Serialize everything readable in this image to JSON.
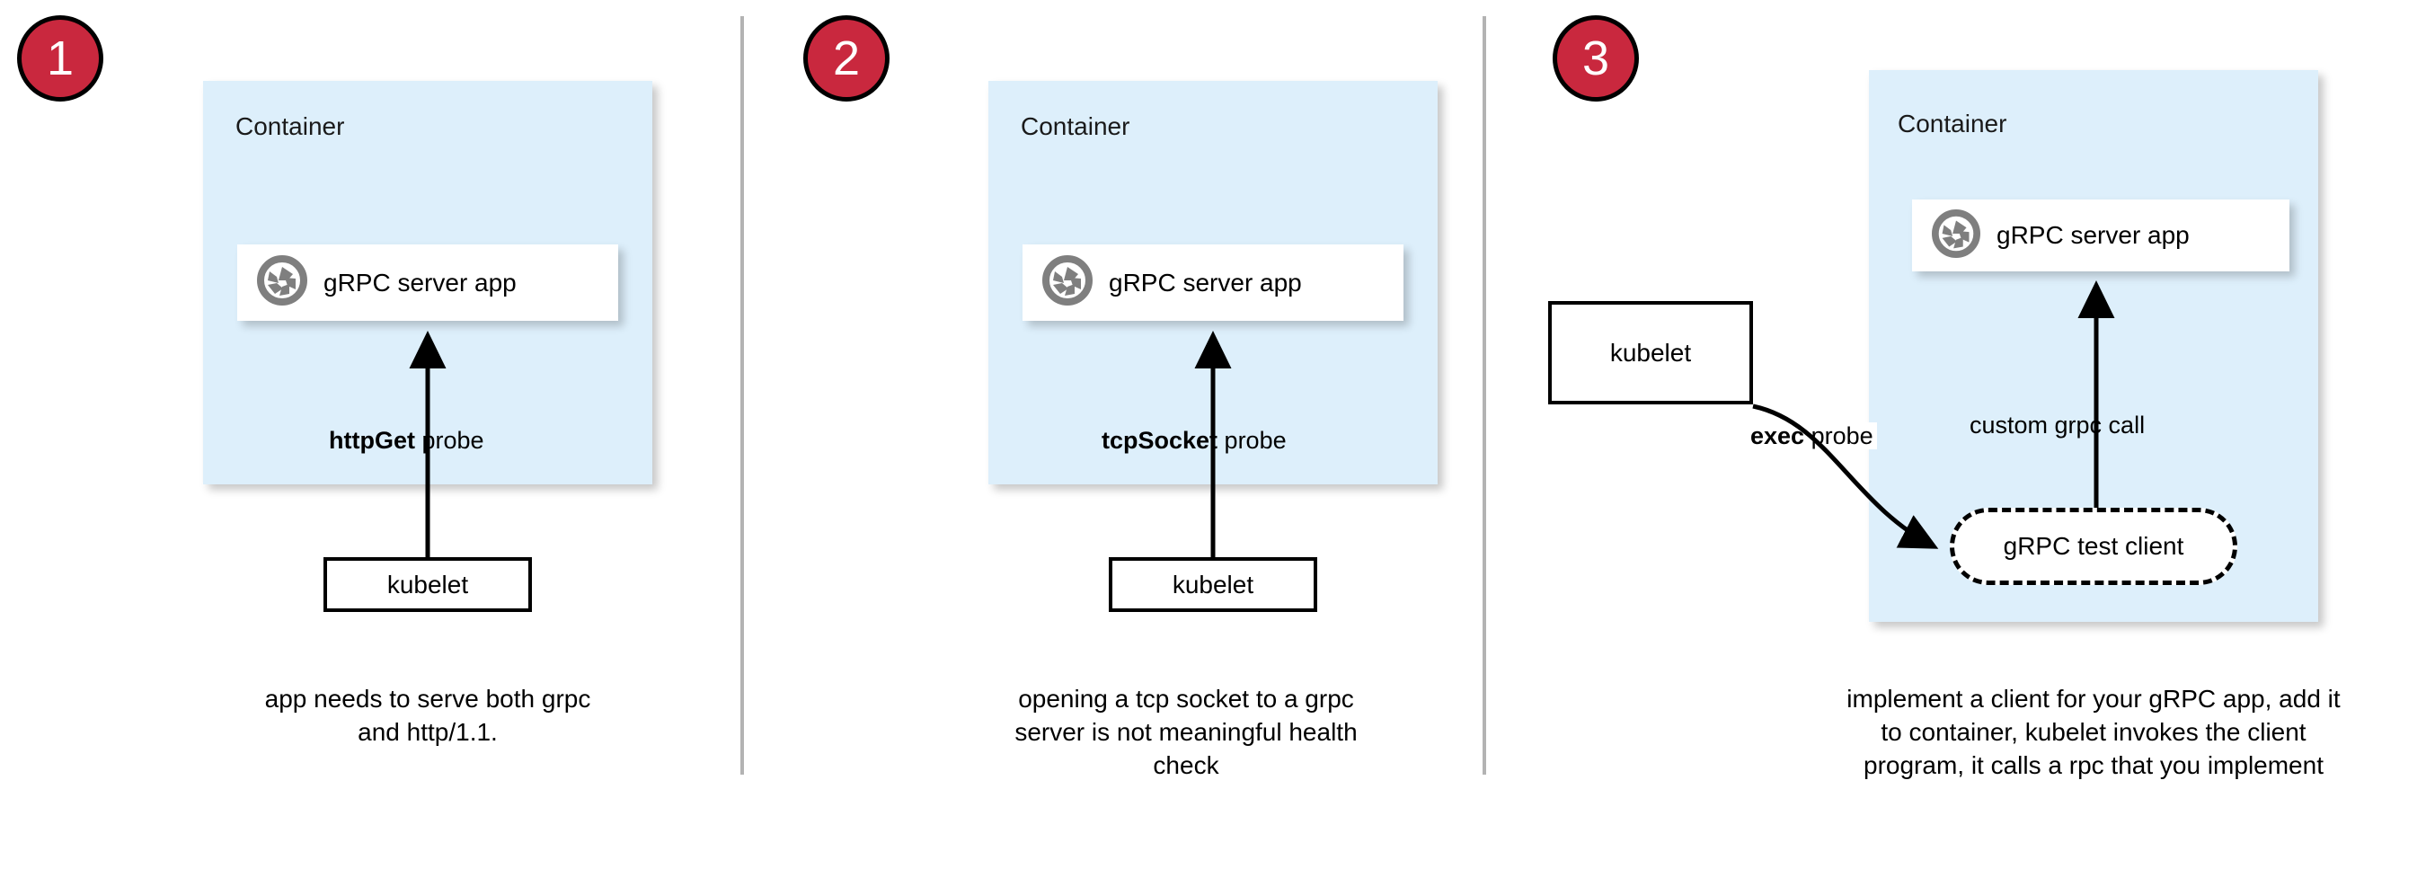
{
  "diagram": {
    "title_semantic": "grpc-health-probe-options",
    "colors": {
      "badge_fill": "#c9283e",
      "badge_border": "#000000",
      "badge_text": "#ffffff",
      "container_fill": "#ddeffb",
      "card_fill": "#ffffff",
      "stroke": "#000000",
      "divider": "#b3b3b3",
      "icon_gray": "#7f7f7f"
    },
    "panels": [
      {
        "badge": "1",
        "container_label": "Container",
        "app_label": "gRPC server app",
        "app_icon": "grpc-aperture-icon",
        "probe_label_strong": "httpGet",
        "probe_label_rest": " probe",
        "kubelet_label": "kubelet",
        "caption_lines": [
          "app needs to serve both grpc",
          "and http/1.1."
        ]
      },
      {
        "badge": "2",
        "container_label": "Container",
        "app_label": "gRPC server app",
        "app_icon": "grpc-aperture-icon",
        "probe_label_strong": "tcpSocket",
        "probe_label_rest": " probe",
        "kubelet_label": "kubelet",
        "caption_lines": [
          "opening a tcp socket to a grpc",
          "server is not meaningful health",
          "check"
        ]
      },
      {
        "badge": "3",
        "container_label": "Container",
        "app_label": "gRPC server app",
        "app_icon": "grpc-aperture-icon",
        "probe_label_strong": "exec",
        "probe_label_rest": " probe",
        "kubelet_label": "kubelet",
        "test_client_label": "gRPC test client",
        "call_label": "custom grpc call",
        "caption_lines": [
          "implement a client for your gRPC app, add it",
          "to container, kubelet invokes the client",
          "program, it calls a rpc that you implement"
        ]
      }
    ]
  }
}
